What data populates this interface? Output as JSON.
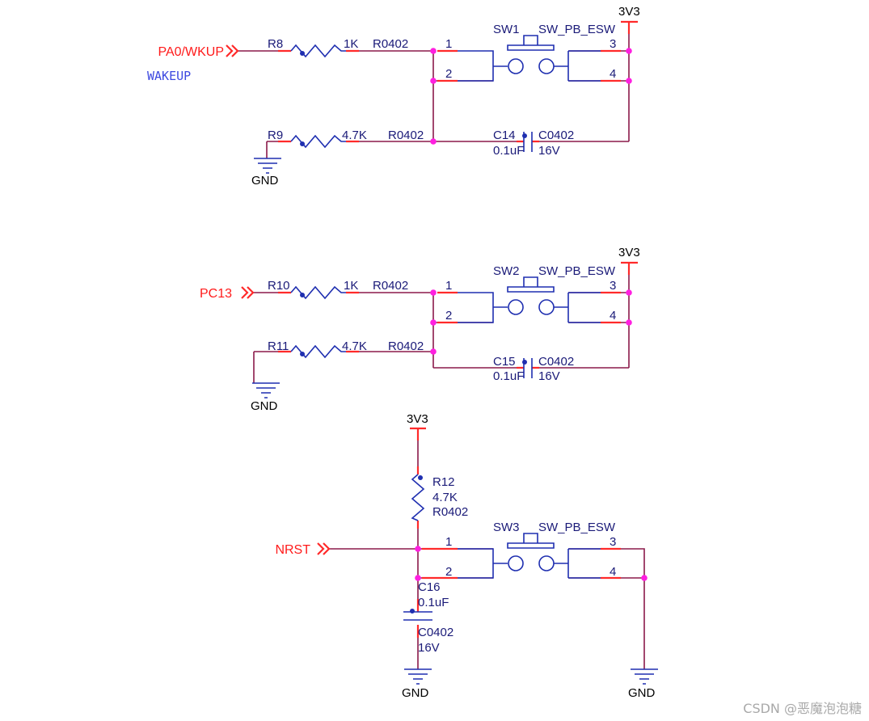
{
  "nets": {
    "vcc": "3V3",
    "gnd": "GND",
    "pa0_wkup": "PA0/WKUP",
    "wakeup": "WAKEUP",
    "pc13": "PC13",
    "nrst": "NRST"
  },
  "switch_part": "SW_PB_ESW",
  "pins": {
    "p1": "1",
    "p2": "2",
    "p3": "3",
    "p4": "4"
  },
  "circuit1": {
    "sw": "SW1",
    "r_series": {
      "ref": "R8",
      "value": "1K",
      "pkg": "R0402"
    },
    "r_pull": {
      "ref": "R9",
      "value": "4.7K",
      "pkg": "R0402"
    },
    "cap": {
      "ref": "C14",
      "value": "0.1uF",
      "pkg": "C0402",
      "voltage": "16V"
    }
  },
  "circuit2": {
    "sw": "SW2",
    "r_series": {
      "ref": "R10",
      "value": "1K",
      "pkg": "R0402"
    },
    "r_pull": {
      "ref": "R11",
      "value": "4.7K",
      "pkg": "R0402"
    },
    "cap": {
      "ref": "C15",
      "value": "0.1uF",
      "pkg": "C0402",
      "voltage": "16V"
    }
  },
  "circuit3": {
    "sw": "SW3",
    "r_pull": {
      "ref": "R12",
      "value": "4.7K",
      "pkg": "R0402"
    },
    "cap": {
      "ref": "C16",
      "value": "0.1uF",
      "pkg": "C0402",
      "voltage": "16V"
    }
  },
  "watermark": "CSDN @恶魔泡泡糖",
  "colors": {
    "wire": "#8b1a4a",
    "component": "#1f2fb0",
    "pin": "#ff2a2a",
    "junction": "#ff1fe0",
    "net_label": "#ff1a1a",
    "ref_text": "#1a1a78"
  }
}
